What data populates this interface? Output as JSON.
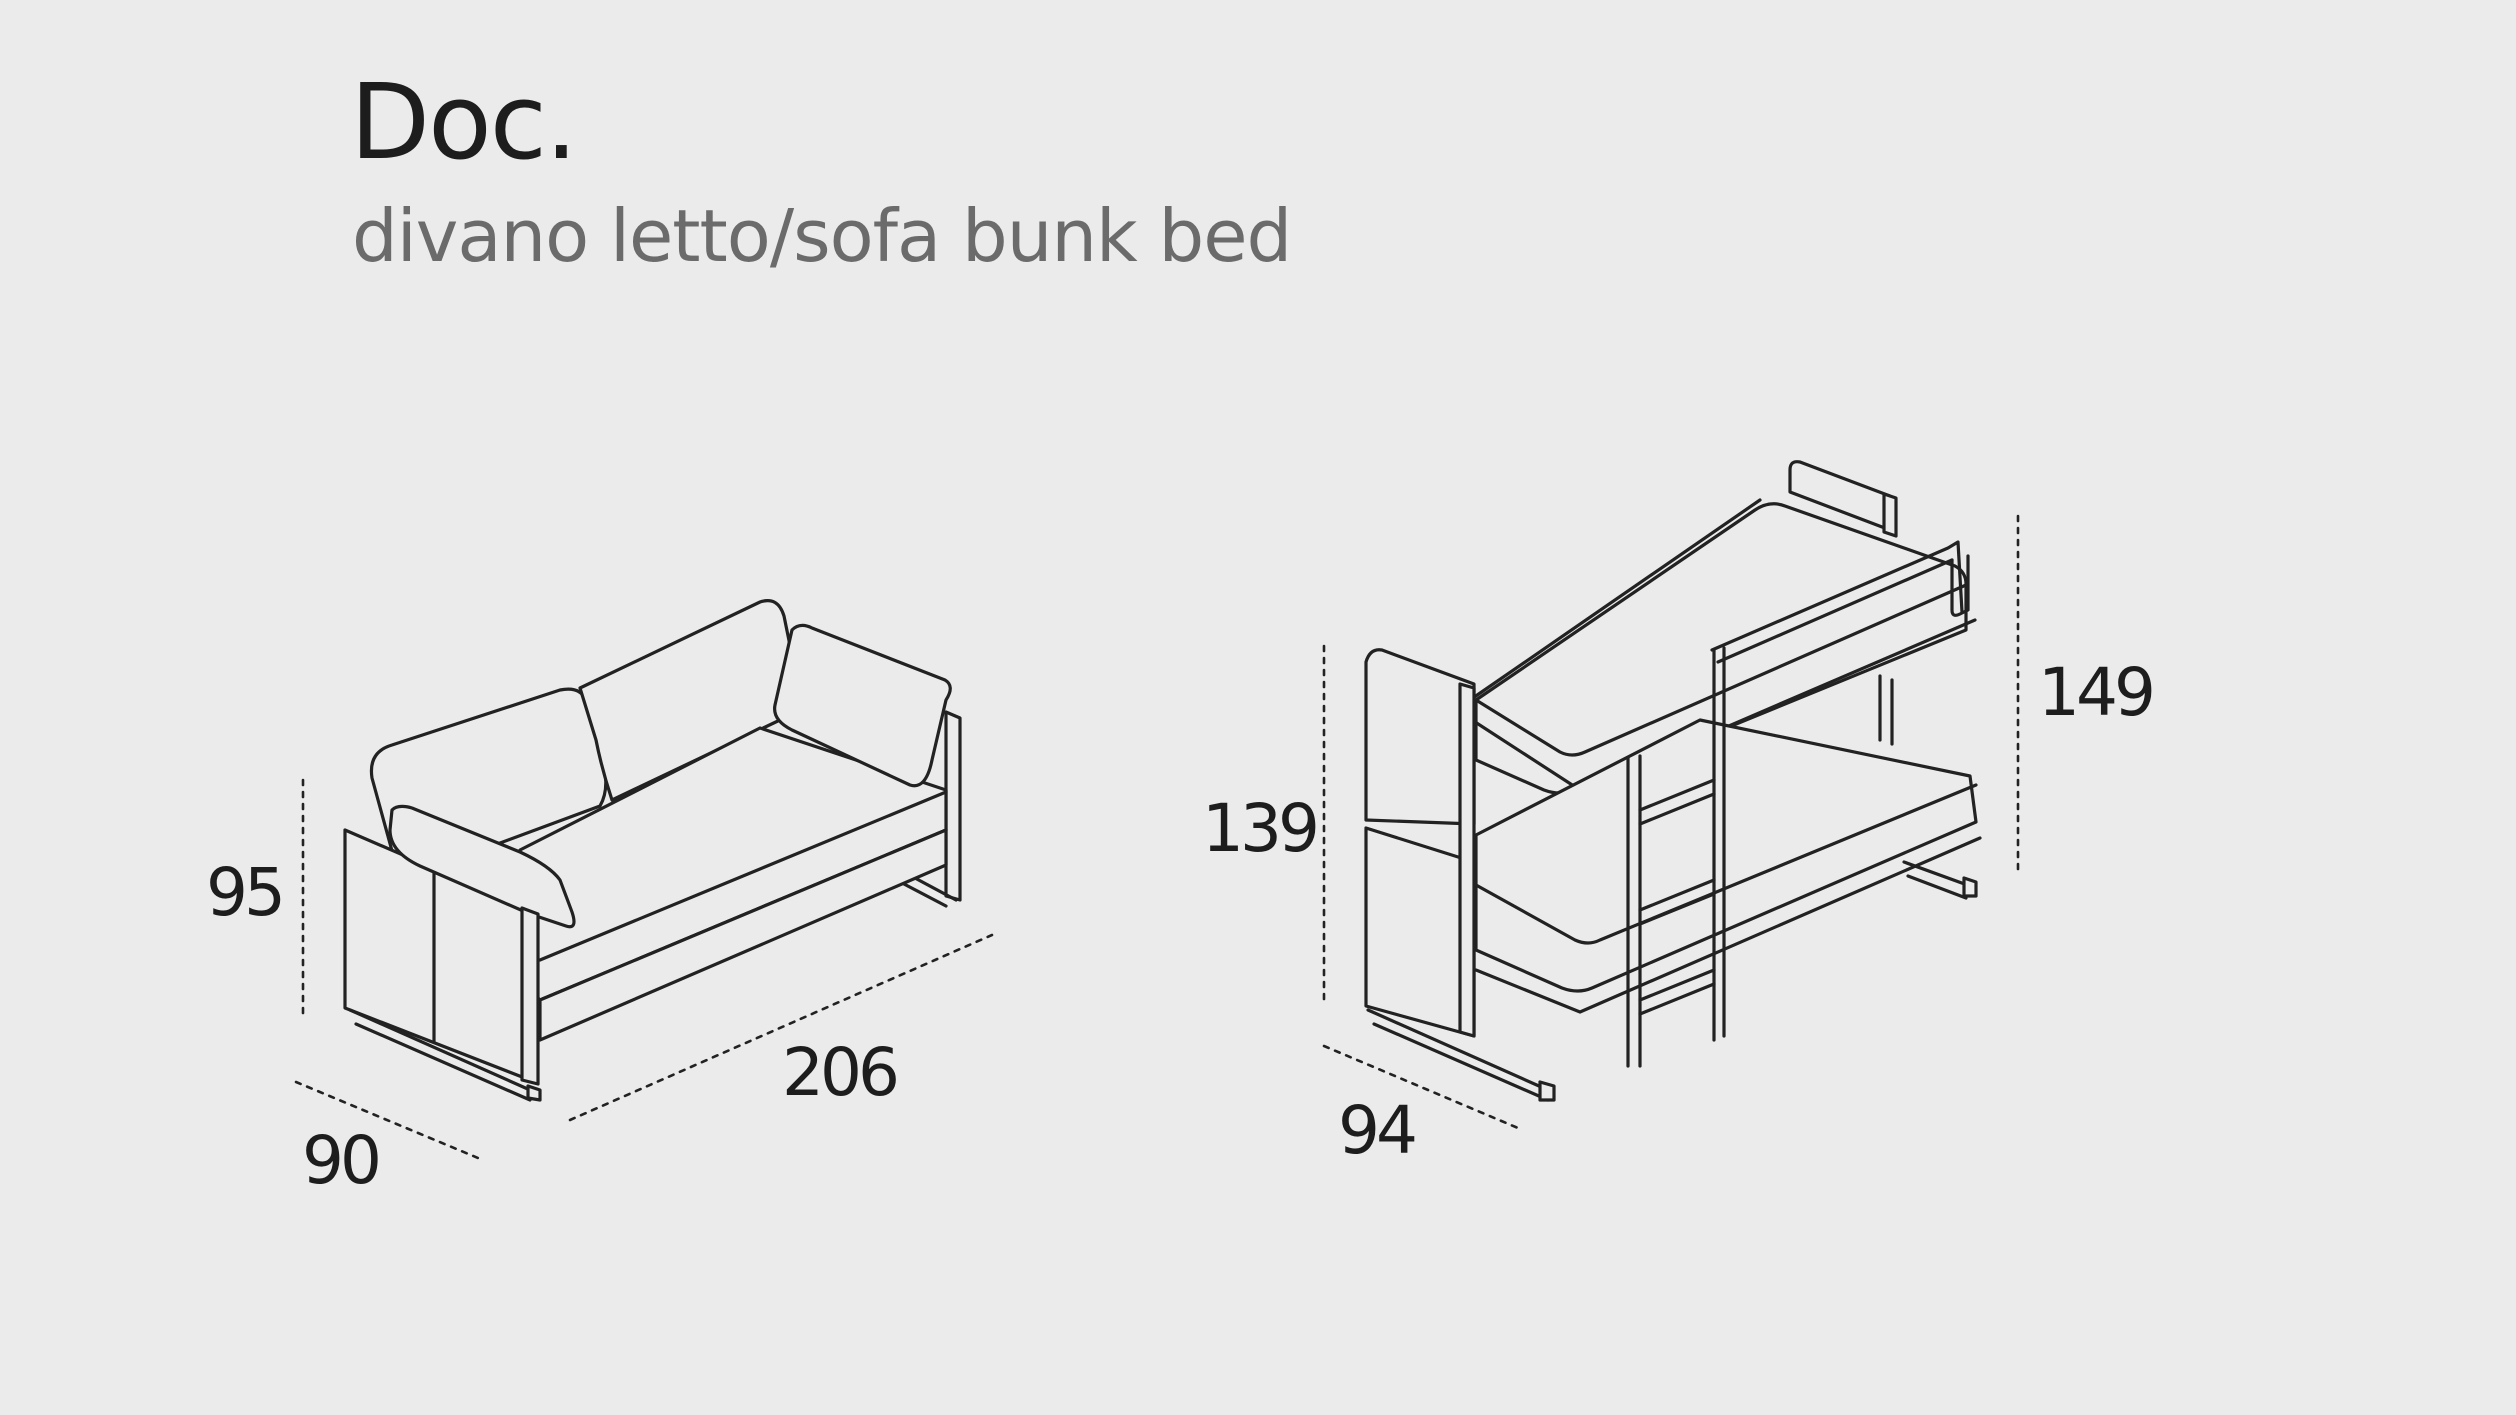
{
  "header": {
    "title": "Doc.",
    "subtitle": "divano letto/sofa bunk bed"
  },
  "sofa": {
    "height": "95",
    "depth": "90",
    "width": "206"
  },
  "bunk": {
    "height_closed": "139",
    "height_open": "149",
    "depth": "94"
  }
}
